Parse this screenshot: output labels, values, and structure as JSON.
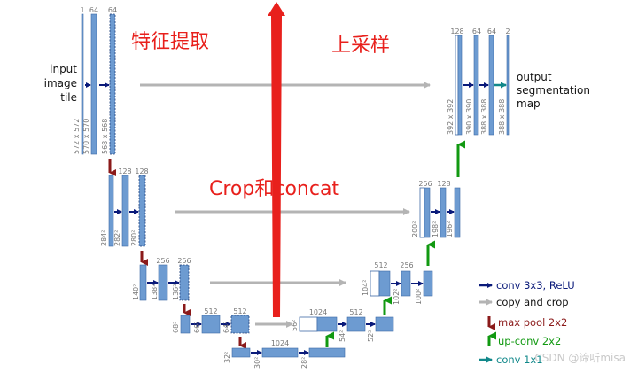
{
  "annotations": {
    "feature_extraction": "特征提取",
    "upsampling": "上采样",
    "crop_concat": "Crop和concat"
  },
  "input_label": [
    "input",
    "image",
    "tile"
  ],
  "output_label": [
    "output",
    "segmentation",
    "map"
  ],
  "channels": {
    "c1": "1",
    "c64a": "64",
    "c64b": "64",
    "c128a": "128",
    "c128b": "128",
    "c256a": "256",
    "c256b": "256",
    "c512a": "512",
    "c512b": "512",
    "c1024a": "1024",
    "c1024b": "1024",
    "d512a": "512",
    "d512b": "512",
    "d256a": "256",
    "d256b": "256",
    "d128a": "128",
    "d128b": "128",
    "d64a": "64",
    "d64b": "64",
    "d2": "2"
  },
  "sizes": {
    "e1a": "572 x 572",
    "e1b": "570 x 570",
    "e1c": "568 x 568",
    "e2a": "284²",
    "e2b": "282²",
    "e2c": "280²",
    "e3a": "140²",
    "e3b": "138²",
    "e3c": "136²",
    "e4a": "68²",
    "e4b": "66²",
    "e4c": "64²",
    "b1": "32²",
    "b2": "30²",
    "b3": "28²",
    "u4a": "56²",
    "u4b": "54²",
    "u4c": "52²",
    "u3a": "104²",
    "u3b": "102²",
    "u3c": "100²",
    "u2a": "200²",
    "u2b": "198²",
    "u2c": "196²",
    "u1a": "392 x 392",
    "u1b": "390 x 390",
    "u1c": "388 x 388",
    "u1d": "388 x 388"
  },
  "legend": {
    "conv": "conv 3x3, ReLU",
    "copy": "copy and crop",
    "pool": "max pool 2x2",
    "upconv": "up-conv 2x2",
    "conv1": "conv 1x1"
  },
  "watermark": "CSDN @谛听misa",
  "colors": {
    "block": "#6d9bd1",
    "block_edge": "#3f6aa6",
    "conv_arrow": "#0a1a7a",
    "copy_arrow": "#b4b4b4",
    "pool_arrow": "#8b1a1a",
    "upconv_arrow": "#119911",
    "conv1_arrow": "#11888a",
    "annotation_red": "#e8201c"
  }
}
